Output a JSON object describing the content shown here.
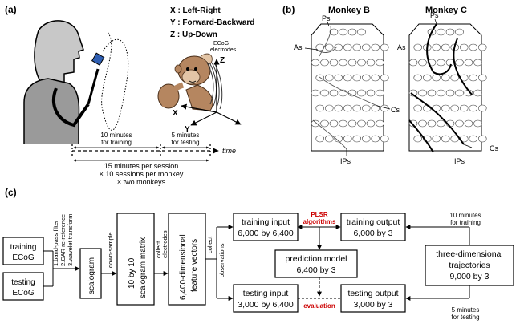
{
  "panel_a": {
    "label": "(a)",
    "axis_legend": [
      "X : Left-Right",
      "Y : Forward-Backward",
      "Z : Up-Down"
    ],
    "electrode_label_line1": "ECoG",
    "electrode_label_line2": "electrodes",
    "axes": {
      "x": "X",
      "y": "Y",
      "z": "Z"
    },
    "timeline": {
      "training_label_1": "10 minutes",
      "training_label_2": "for training",
      "testing_label_1": "5 minutes",
      "testing_label_2": "for testing",
      "time_label": "time",
      "session_line1": "15 minutes per session",
      "session_line2": "× 10 sessions per monkey",
      "session_line3": "× two monkeys"
    }
  },
  "panel_b": {
    "label": "(b)",
    "monkey_b_title": "Monkey B",
    "monkey_c_title": "Monkey C",
    "sulci": {
      "ps": "Ps",
      "as": "As",
      "cs": "Cs",
      "ips": "IPs"
    }
  },
  "panel_c": {
    "label": "(c)",
    "training_ecog": [
      "training",
      "ECoG"
    ],
    "testing_ecog": [
      "testing",
      "ECoG"
    ],
    "preprocess": [
      "1.band-pass filter",
      "2.CAR re-reference",
      "3.wavelet transform"
    ],
    "scalogram": "scalogram",
    "down_sample": "down-sample",
    "matrix": [
      "10 by 10",
      "scalogram matrix"
    ],
    "collect_electrodes": [
      "collect",
      "electrodes"
    ],
    "feature_vectors": [
      "6,400-dimensional",
      "feature vectors"
    ],
    "collect_observations": [
      "collect",
      "observations"
    ],
    "training_input": [
      "training input",
      "6,000 by 6,400"
    ],
    "testing_input": [
      "testing input",
      "3,000 by 6,400"
    ],
    "plsr": [
      "PLSR",
      "algorithms"
    ],
    "evaluation": "evaluation",
    "prediction_model": [
      "prediction model",
      "6,400 by 3"
    ],
    "training_output": [
      "training output",
      "6,000 by 3"
    ],
    "testing_output": [
      "testing output",
      "3,000 by 3"
    ],
    "trajectories": [
      "three-dimensional",
      "trajectories",
      "9,000 by 3"
    ],
    "train_minutes": [
      "10 minutes",
      "for training"
    ],
    "test_minutes": [
      "5 minutes",
      "for testing"
    ]
  },
  "colors": {
    "accent_red": "#cc0000",
    "stroke": "#000000",
    "head_gray": "#c8c8c8",
    "monkey_brown": "#b58660",
    "cube_blue": "#2f5fb3"
  }
}
